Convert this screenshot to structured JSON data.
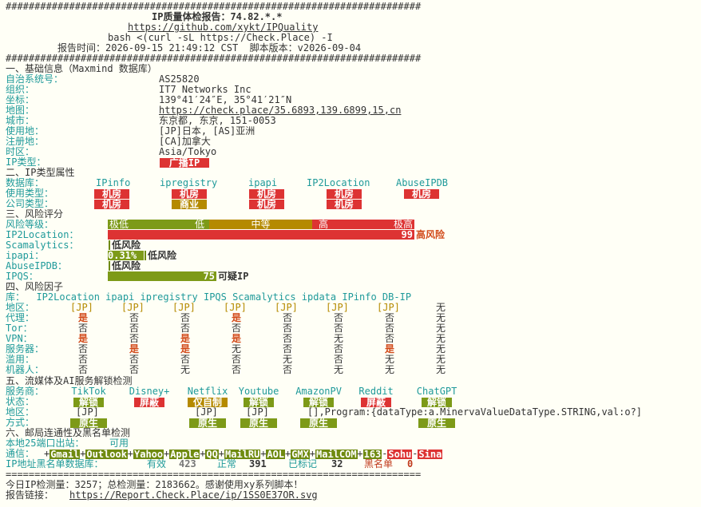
{
  "header": {
    "hash_line": "########################################################################",
    "title": "IP质量体检报告：74.82.*.*",
    "github": "https://github.com/xykt/IPQuality",
    "command": "bash <(curl -sL https://Check.Place) -I",
    "report_time": "报告时间：2026-09-15 21:49:12 CST  脚本版本：v2026-09-04"
  },
  "basic": {
    "title": "一、基础信息（Maxmind 数据库）",
    "rows": [
      {
        "label": "自治系统号：",
        "value": "AS25820"
      },
      {
        "label": "组织：",
        "value": "IT7 Networks Inc"
      },
      {
        "label": "坐标：",
        "value": "139°41′24″E, 35°41′21″N"
      },
      {
        "label": "地图：",
        "value": "https://check.place/35.6893,139.6899,15,cn"
      },
      {
        "label": "城市：",
        "value": "东京都, 东京, 151-0053"
      },
      {
        "label": "使用地：",
        "value": "[JP]日本, [AS]亚洲"
      },
      {
        "label": "注册地：",
        "value": "[CA]加拿大"
      },
      {
        "label": "时区：",
        "value": "Asia/Tokyo"
      }
    ],
    "iptype_label": "IP类型：",
    "iptype_value": "广播IP"
  },
  "types": {
    "title": "二、IP类型属性",
    "db_label": "数据库：",
    "dbs": [
      "IPinfo",
      "ipregistry",
      "ipapi",
      "IP2Location",
      "AbuseIPDB"
    ],
    "usage_label": "使用类型：",
    "usage": [
      "机房",
      "机房",
      "机房",
      "机房",
      "机房"
    ],
    "company_label": "公司类型：",
    "company": [
      "机房",
      "商业",
      "机房",
      "机房"
    ]
  },
  "risk": {
    "title": "三、风险评分",
    "level_label": "风险等级：",
    "scale": [
      "极低",
      "低",
      "中等",
      "高",
      "极高"
    ],
    "rows": [
      {
        "label": "IP2Location：",
        "score": "99",
        "verdict": "高风险"
      },
      {
        "label": "Scamalytics：",
        "score": "",
        "verdict": "低风险"
      },
      {
        "label": "ipapi：",
        "score": "0.31%",
        "verdict": "低风险"
      },
      {
        "label": "AbuseIPDB：",
        "score": "",
        "verdict": "低风险"
      },
      {
        "label": "IPQS：",
        "score": "75",
        "verdict": "可疑IP"
      }
    ],
    "colors": {
      "low": "#7d9a18",
      "medium": "#b58a00",
      "high": "#dd3333"
    }
  },
  "factors": {
    "title": "四、风险因子",
    "header": "库：  IP2Location ipapi ipregistry IPQS Scamalytics ipdata IPinfo DB-IP",
    "rows": [
      {
        "label": "地区：",
        "values": [
          "[JP]",
          "[JP]",
          "[JP]",
          "[JP]",
          "[JP]",
          "[JP]",
          "[JP]",
          "无"
        ]
      },
      {
        "label": "代理：",
        "values": [
          "是",
          "否",
          "否",
          "是",
          "否",
          "否",
          "否",
          "无"
        ]
      },
      {
        "label": "Tor：",
        "values": [
          "否",
          "否",
          "否",
          "否",
          "否",
          "否",
          "否",
          "无"
        ]
      },
      {
        "label": "VPN：",
        "values": [
          "是",
          "否",
          "是",
          "是",
          "否",
          "无",
          "否",
          "无"
        ]
      },
      {
        "label": "服务器：",
        "values": [
          "否",
          "是",
          "是",
          "无",
          "否",
          "否",
          "是",
          "无"
        ]
      },
      {
        "label": "滥用：",
        "values": [
          "否",
          "否",
          "否",
          "否",
          "无",
          "否",
          "无",
          "无"
        ]
      },
      {
        "label": "机器人：",
        "values": [
          "否",
          "否",
          "无",
          "否",
          "否",
          "无",
          "无",
          "无"
        ]
      }
    ]
  },
  "media": {
    "title": "五、流媒体及AI服务解锁检测",
    "service_label": "服务商：",
    "services": [
      "TikTok",
      "Disney+",
      "Netflix",
      "Youtube",
      "AmazonPV",
      "Reddit",
      "ChatGPT"
    ],
    "status_label": "状态：",
    "status": [
      "解锁",
      "屏蔽",
      "仅自制",
      "解锁",
      "解锁",
      "屏蔽",
      "解锁"
    ],
    "region_label": "地区：",
    "regions": [
      "[JP]",
      "",
      "[JP]",
      "[JP]",
      "[],Program:{dataType:a.MinervaValueDataType.STRING,val:o?]",
      "",
      ""
    ],
    "method_label": "方式：",
    "methods": [
      "原生",
      "",
      "原生",
      "原生",
      "原生",
      "",
      "原生"
    ]
  },
  "mail": {
    "title": "六、邮局连通性及黑名单检测",
    "port_label": "本地25端口出站：",
    "port_value": "可用",
    "connect_label": "通信：",
    "providers": [
      {
        "name": "Gmail",
        "ok": true
      },
      {
        "name": "Outlook",
        "ok": true
      },
      {
        "name": "Yahoo",
        "ok": true
      },
      {
        "name": "Apple",
        "ok": true
      },
      {
        "name": "QQ",
        "ok": true
      },
      {
        "name": "MailRU",
        "ok": true
      },
      {
        "name": "AOL",
        "ok": true
      },
      {
        "name": "GMX",
        "ok": true
      },
      {
        "name": "MailCOM",
        "ok": true
      },
      {
        "name": "163",
        "ok": true
      },
      {
        "name": "Sohu",
        "ok": false
      },
      {
        "name": "Sina",
        "ok": false
      }
    ],
    "blacklist_label": "IP地址黑名单数据库：",
    "valid_label": "有效",
    "valid_count": "423",
    "normal_label": "正常",
    "normal_count": "391",
    "marked_label": "已标记",
    "marked_count": "32",
    "listed_label": "黑名单",
    "listed_count": "0"
  },
  "footer": {
    "eq_line": "========================================================================",
    "stats": "今日IP检测量：3257；总检测量：2183662。感谢使用xy系列脚本！",
    "link_label": "报告链接：",
    "link": "https://Report.Check.Place/ip/1SS0E37OR.svg"
  }
}
